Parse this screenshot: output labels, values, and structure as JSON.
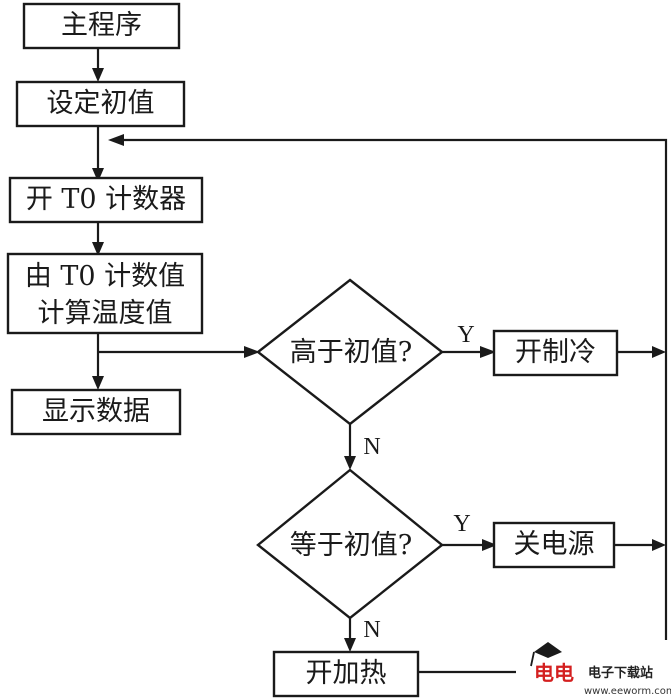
{
  "flowchart": {
    "main_program": "主程序",
    "set_initial": "设定初值",
    "start_t0": "开 T0 计数器",
    "calc_line1": "由 T0 计数值",
    "calc_line2": "计算温度值",
    "show_data": "显示数据",
    "higher_q": "高于初值?",
    "cooling_on": "开制冷",
    "equal_q": "等于初值?",
    "power_off": "关电源",
    "heating_on": "开加热",
    "yes_label": "Y",
    "no_label": "N"
  },
  "watermark": {
    "mark": "电电",
    "site_name": "电子下载站",
    "url": "www.eeworm.com"
  }
}
